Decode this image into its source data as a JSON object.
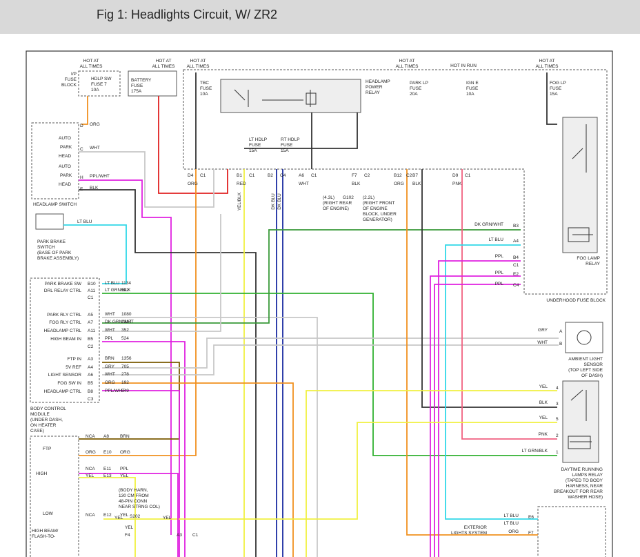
{
  "title": "Fig 1: Headlights Circuit, W/ ZR2",
  "colors": {
    "header_bg": "#d9d9d9",
    "black": "#333333",
    "red": "#e02020",
    "orange": "#f0901e",
    "white_wire": "#c8c8c8",
    "magenta": "#e020e0",
    "yellow": "#f0f040",
    "darkblue": "#1a2aa0",
    "green": "#30b030",
    "cyan": "#30d8e8",
    "brown": "#7a5a00",
    "pink": "#f06080",
    "dkgreen": "#3a9a3a"
  },
  "labels": {
    "hot_times": "HOT AT\nALL TIMES",
    "hot_run": "HOT IN RUN",
    "ip_fuse_block": "I/P\nFUSE\nBLOCK",
    "hdlp_fuse7": "HDLP SW\nFUSE 7\n10A",
    "battery_fuse": "BATTERY\nFUSE\n175A",
    "tbc_fuse": "TBC\nFUSE\n10A",
    "headlamp_relay": "HEADLAMP\nPOWER\nRELAY",
    "park_lp_fuse": "PARK LP\nFUSE\n20A",
    "ign_e_fuse": "IGN E\nFUSE\n10A",
    "fog_lp_fuse": "FOG LP\nFUSE\n15A",
    "lt_hdlp_fuse": "LT HDLP\nFUSE\n15A",
    "rt_hdlp_fuse": "RT HDLP\nFUSE\n15A",
    "headlamp_switch": "HEADLAMP SWITCH",
    "sw_auto": "AUTO",
    "sw_park": "PARK",
    "sw_head": "HEAD",
    "park_brake_switch": "PARK BRAKE\nSWITCH\n(BASE OF PARK\nBRAKE ASSEMBLY)",
    "g102_a": "(4.3L)\n(RIGHT REAR\nOF ENGINE)",
    "g102_label": "G102",
    "g102_b": "(2.2L)\n(RIGHT FRONT\nOF ENGINE\nBLOCK, UNDER\nGENERATOR)",
    "fog_lamp_relay": "FOG LAMP\nRELAY",
    "underhood_fuse_block": "UNDERHOOD FUSE BLOCK",
    "ambient_light_sensor": "AMBIENT LIGHT\nSENSOR\n(TOP LEFT SIDE\nOF DASH)",
    "drl_relay": "DAYTIME RUNNING\nLAMPS RELAY\n(TAPED TO BODY\nHARNESS, NEAR\nBREAKOUT FOR REAR\nWASHER HOSE)",
    "bcm": "BODY CONTROL\nMODULE\n(UNDER DASH,\nON HEATER\nCASE)",
    "hb_switch": "HIGH BEAM/\nFLASH-TO-",
    "ftp": "FTP",
    "high": "HIGH",
    "low": "LOW",
    "s202_note": "(BODY HARN,\n130 CM FROM\n48-PIN CONN\nNEAR STRNG COL)",
    "s202": "S202",
    "exterior_lights": "EXTERIOR\nLIGHTS SYSTEM"
  },
  "top_connectors": [
    {
      "pin": "D4",
      "wire": "ORG",
      "sub": "C1"
    },
    {
      "pin": "B1",
      "wire": "RED",
      "sub": "C1"
    },
    {
      "pin": "B2",
      "wire": "",
      "sub": "C4"
    },
    {
      "pin": "A6",
      "wire": "WHT",
      "sub": "C1"
    },
    {
      "pin": "F7",
      "wire": "BLK",
      "sub": "C2"
    },
    {
      "pin": "B12",
      "wire": "ORG",
      "sub": "C2"
    },
    {
      "pin": "B7",
      "wire": "BLK",
      "sub": ""
    },
    {
      "pin": "D9",
      "wire": "PNK",
      "sub": "C1"
    }
  ],
  "vertical_wires": [
    "YEL/BLK",
    "DK BLU",
    "DK BLU"
  ],
  "headlamp_switch_pins": [
    {
      "pin": "D",
      "wire": "ORG"
    },
    {
      "pin": "C",
      "wire": "WHT"
    },
    {
      "pin": "H",
      "wire": "PPL/WHT"
    },
    {
      "pin": "E",
      "wire": "BLK"
    }
  ],
  "park_brake_wire": "LT BLU",
  "bcm_rows": [
    {
      "label": "PARK BRAKE SW",
      "pin": "B10",
      "wire": "LT BLU",
      "circuit": "1134"
    },
    {
      "label": "DRL RELAY CTRL",
      "pin": "A11",
      "wire": "LT GRN/BLK",
      "circuit": "592"
    },
    {
      "label": "",
      "pin": "C1",
      "wire": "",
      "circuit": ""
    },
    {
      "label": "PARK RLY CTRL",
      "pin": "A5",
      "wire": "WHT",
      "circuit": "1080"
    },
    {
      "label": "FOG RLY CTRL",
      "pin": "A7",
      "wire": "DK GRN/WHT",
      "circuit": "1317"
    },
    {
      "label": "HEADLAMP CTRL",
      "pin": "A11",
      "wire": "WHT",
      "circuit": "352"
    },
    {
      "label": "HIGH BEAM IN",
      "pin": "B5",
      "wire": "PPL",
      "circuit": "524"
    },
    {
      "label": "",
      "pin": "C2",
      "wire": "",
      "circuit": ""
    },
    {
      "label": "FTP IN",
      "pin": "A3",
      "wire": "BRN",
      "circuit": "1356"
    },
    {
      "label": "5V REF",
      "pin": "A4",
      "wire": "GRY",
      "circuit": "705"
    },
    {
      "label": "LIGHT SENSOR",
      "pin": "A6",
      "wire": "WHT",
      "circuit": "278"
    },
    {
      "label": "FOG SW IN",
      "pin": "B5",
      "wire": "ORG",
      "circuit": "192"
    },
    {
      "label": "HEADLAMP CTRL",
      "pin": "B8",
      "wire": "PPL/WHT",
      "circuit": "549"
    },
    {
      "label": "",
      "pin": "C3",
      "wire": "",
      "circuit": ""
    }
  ],
  "fog_relay_pins": [
    {
      "wire": "DK GRN/WHT",
      "pin": "B3"
    },
    {
      "wire": "LT BLU",
      "pin": "A4"
    },
    {
      "wire": "PPL",
      "pin": "B4"
    },
    {
      "wire": "",
      "pin": "C1"
    },
    {
      "wire": "PPL",
      "pin": "E2"
    },
    {
      "wire": "PPL",
      "pin": "C4"
    }
  ],
  "sensor_pins": [
    {
      "wire": "GRY",
      "pin": "A"
    },
    {
      "wire": "WHT",
      "pin": "B"
    }
  ],
  "drl_pins": [
    {
      "wire": "YEL",
      "pin": "4"
    },
    {
      "wire": "BLK",
      "pin": "3"
    },
    {
      "wire": "YEL",
      "pin": "5"
    },
    {
      "wire": "PNK",
      "pin": "2"
    },
    {
      "wire": "LT GRN/BLK",
      "pin": "1"
    }
  ],
  "hb_switch_pins": [
    {
      "pin": "NCA",
      "conn": "A8",
      "wire": "BRN"
    },
    {
      "pin": "ORG",
      "conn": "E10",
      "wire": "ORG"
    },
    {
      "pin": "NCA",
      "conn": "E11",
      "wire": "PPL"
    },
    {
      "pin": "YEL",
      "conn": "E13",
      "wire": "YEL"
    },
    {
      "pin": "NCA",
      "conn": "E12",
      "wire": "YEL"
    }
  ],
  "s202_wires": {
    "left": "YEL",
    "right": "YEL",
    "down": "YEL",
    "f4": "F4",
    "a3": "A3",
    "c1": "C1"
  },
  "exterior_pins": [
    {
      "wire": "LT BLU",
      "pin": "E6"
    },
    {
      "wire": "LT BLU",
      "pin": ""
    },
    {
      "wire": "ORG",
      "pin": "F7"
    }
  ]
}
